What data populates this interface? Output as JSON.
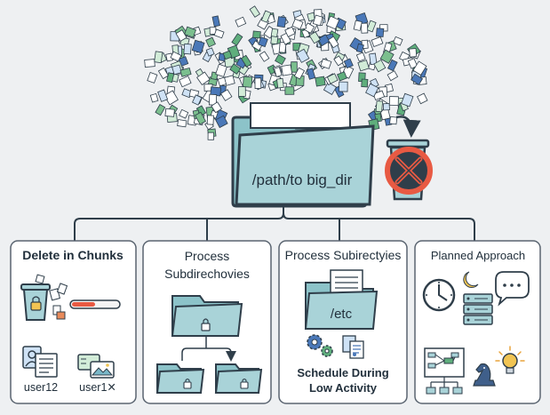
{
  "main": {
    "folder_label": "/path/to big_dir",
    "trash_icon": "trash-bin-with-cross"
  },
  "cards": [
    {
      "title": "Delete in Chunks",
      "title_lines": [
        "Delete in Chunks"
      ],
      "labels": [
        "user12",
        "user1✕"
      ],
      "icons": [
        "trash-lock-icon",
        "progress-bar",
        "user-document-icon",
        "image-file-icon"
      ]
    },
    {
      "title": "Process Subdirechovies",
      "title_lines": [
        "Process",
        "Subdirechovies"
      ],
      "labels": [],
      "icons": [
        "locked-folder-icon",
        "locked-subfolder-icon",
        "locked-subfolder-icon"
      ]
    },
    {
      "title": "Process Subirectyies",
      "title_lines": [
        "Process Subirectyies"
      ],
      "folder_label": "/etc",
      "note_lines": [
        "Schedule During",
        "Low Activity"
      ],
      "labels": [],
      "icons": [
        "document-folder-icon",
        "gears-icon",
        "documents-icon"
      ]
    },
    {
      "title": "Planned Approach",
      "title_lines": [
        "Planned Approach"
      ],
      "labels": [],
      "icons": [
        "clock-icon",
        "moon-icon",
        "speech-bubble-icon",
        "server-rack-icon",
        "flowchart-icon",
        "chess-knight-icon",
        "lightbulb-icon"
      ]
    }
  ],
  "colors": {
    "background": "#eef0f2",
    "folder_fill": "#a9d3d8",
    "folder_outline": "#2f3e4a",
    "trash_red": "#e85a43",
    "accent_green": "#5fae7c",
    "accent_blue": "#4a78b8",
    "card_border": "#5a6470"
  }
}
